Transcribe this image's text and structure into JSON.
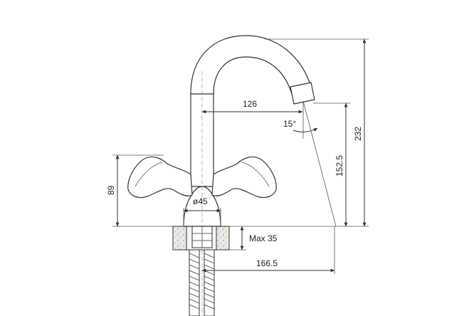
{
  "diagram": {
    "type": "technical-drawing",
    "subject": "faucet",
    "dimensions": {
      "spout_reach": "126",
      "angle": "15°",
      "height_outlet": "152.5",
      "total_height": "232",
      "handle_height": "89",
      "base_diameter": "ø45",
      "max_thickness": "Max 35",
      "supply_length": "166.5"
    }
  }
}
